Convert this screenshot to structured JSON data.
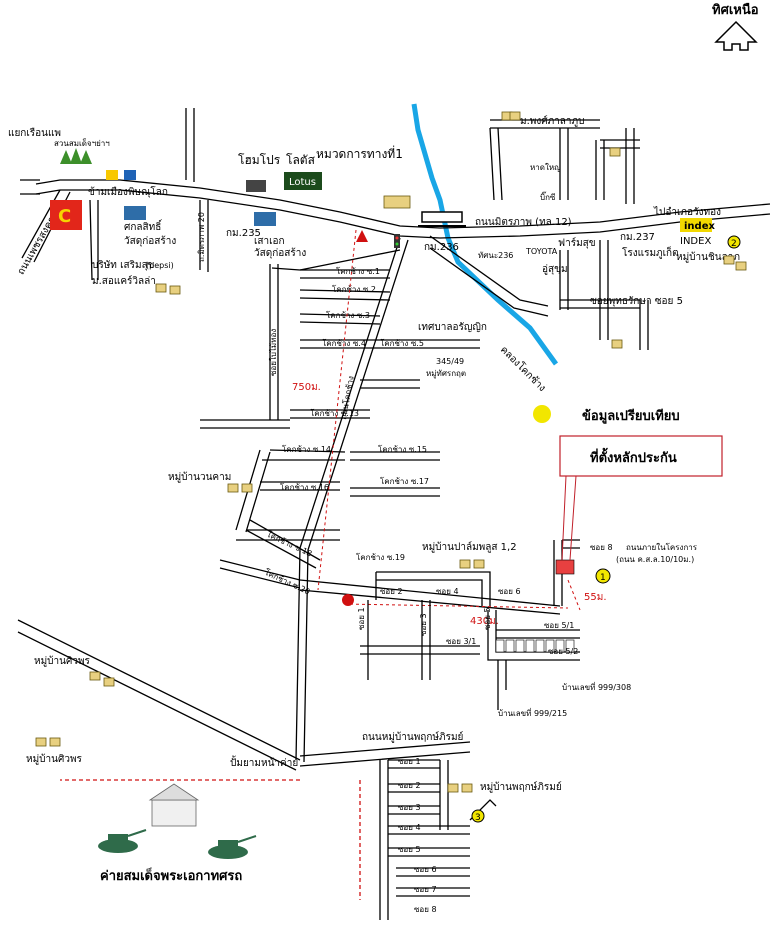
{
  "north_label": "ทิศเหนือ",
  "roads": {
    "main_road": "ถนนมิตรภาพ (ทล.12)",
    "to_wangthong": "ไปอำเภอวังทอง",
    "to_phitsanulok": "ข้ามเมืองพิษณุโลก",
    "phetcharat_rd": "ถนนเพชรสงคราม",
    "km236": "กม.236",
    "km235": "กม.235",
    "km237": "กม.237",
    "ncm236": "ทัศนะ236",
    "koksang_20": "ถ.มิตรภาพ 20",
    "koksang_main": "ถนนโคกช้าง",
    "soi_phuttharaksa": "ซอยพุทธรักษา ซอย 5",
    "klong": "คลองโคกช้าง",
    "moo_road": "ถนนหมู่บ้านพฤกษ์ภิรมย์",
    "inner_road": "ถนนภายในโครงการ",
    "inner_road_sub": "(ถนน ค.ส.ล.10/10ม.)",
    "soi_baimai": "ซอยใบไม้ทอง"
  },
  "places": {
    "yaek_ruenpae": "แยกเรือนแพ",
    "suan_somdet": "สวนสมเด็จฯย่าฯ",
    "home_pro": "โฮมโปร",
    "lotus": "โลตัส",
    "lotus_logo": "Lotus",
    "highway_dept": "หมวดการทางที่1",
    "univ": "ม.พงศ์ภาลาภูบ",
    "nakornthai": "หาดใหญ่",
    "big_c": "บิ๊กซี",
    "toyota": "TOYOTA",
    "pharmacy": "ฟาร์มสุข",
    "kusukhum": "อู่สุขุม",
    "hotel": "โรงแรมภูเก็ต",
    "index_logo": "index",
    "index_label": "INDEX",
    "moo_chinlak": "หมู่บ้านชินลาภ",
    "sakol_c": "ศกลสิทธิ์",
    "sakol_c_sub": "วัสดุก่อสร้าง",
    "saeng_c": "เสาเอก",
    "saeng_c_sub": "วัสดุก่อสร้าง",
    "bsc": "บริษัท เสริมสุข",
    "bsc_sub": "(pepsi)",
    "ms_parc": "ม.สอแคร์วิลล่า",
    "thesaban": "เทศบาลอรัญญิก",
    "house_345": "345/49",
    "kosit": "หมู่ทัศรกฤต",
    "moo_wanakham": "หมู่บ้านวนคาม",
    "moo_palm": "หมู่บ้านปาล์มพลูส 1,2",
    "moo_sirikhon": "หมู่บ้านศิวพร",
    "moo_sirikhon2": "หมู่บ้านศิวพร",
    "pumping": "ปั้มยามหน้าค่าย",
    "camp": "ค่ายสมเด็จพระเอกาทศรถ",
    "moo_pruk": "หมู่บ้านพฤกษ์ภิรมย์",
    "house_999_215": "บ้านเลขที่ 999/215",
    "house_999_308": "บ้านเลขที่ 999/308"
  },
  "sois": {
    "s1": "โคกช้าง ซ.1",
    "s2": "โคกช้าง ซ.2",
    "s3": "โคกช้าง ซ.3",
    "s4": "โคกช้าง ซ.4",
    "s5": "โคกช้าง ซ.5",
    "s13": "โคกช้าง ซ.13",
    "s14": "โคกช้าง ซ.14",
    "s15": "โคกช้าง ซ.15",
    "s16": "โคกช้าง ซ.16",
    "s17": "โคกช้าง ซ.17",
    "s18": "โคกช้าง ซ.18",
    "s19": "โคกช้าง ซ.19",
    "s20": "โคกช้าง ซ.20",
    "soi2": "ซอย 2",
    "soi4": "ซอย 4",
    "soi6": "ซอย 6",
    "soi8": "ซอย 8",
    "soi1": "ซอย 1",
    "soi3": "ซอย 3",
    "soi31": "ซอย 3/1",
    "soi5": "ซอย 5",
    "soi51": "ซอย 5/1",
    "soi52": "ซอย 5/2",
    "p1": "ซอย 1",
    "p2": "ซอย 2",
    "p3": "ซอย 3",
    "p4": "ซอย 4",
    "p5": "ซอย 5",
    "p6": "ซอย 6",
    "p7": "ซอย 7",
    "p8": "ซอย 8"
  },
  "distances": {
    "d750": "750ม.",
    "d430": "430ม.",
    "d55": "55ม."
  },
  "legend": {
    "comparison": "ข้อมูลเปรียบเทียบ",
    "collateral": "ที่ตั้งหลักประกัน"
  },
  "markers": {
    "m1": "1",
    "m2": "2",
    "m3": "3"
  },
  "colors": {
    "river": "#19a6e6",
    "road": "#000000",
    "marker": "#f2e600",
    "callout_border": "#c0202a",
    "distance": "#d01010"
  }
}
